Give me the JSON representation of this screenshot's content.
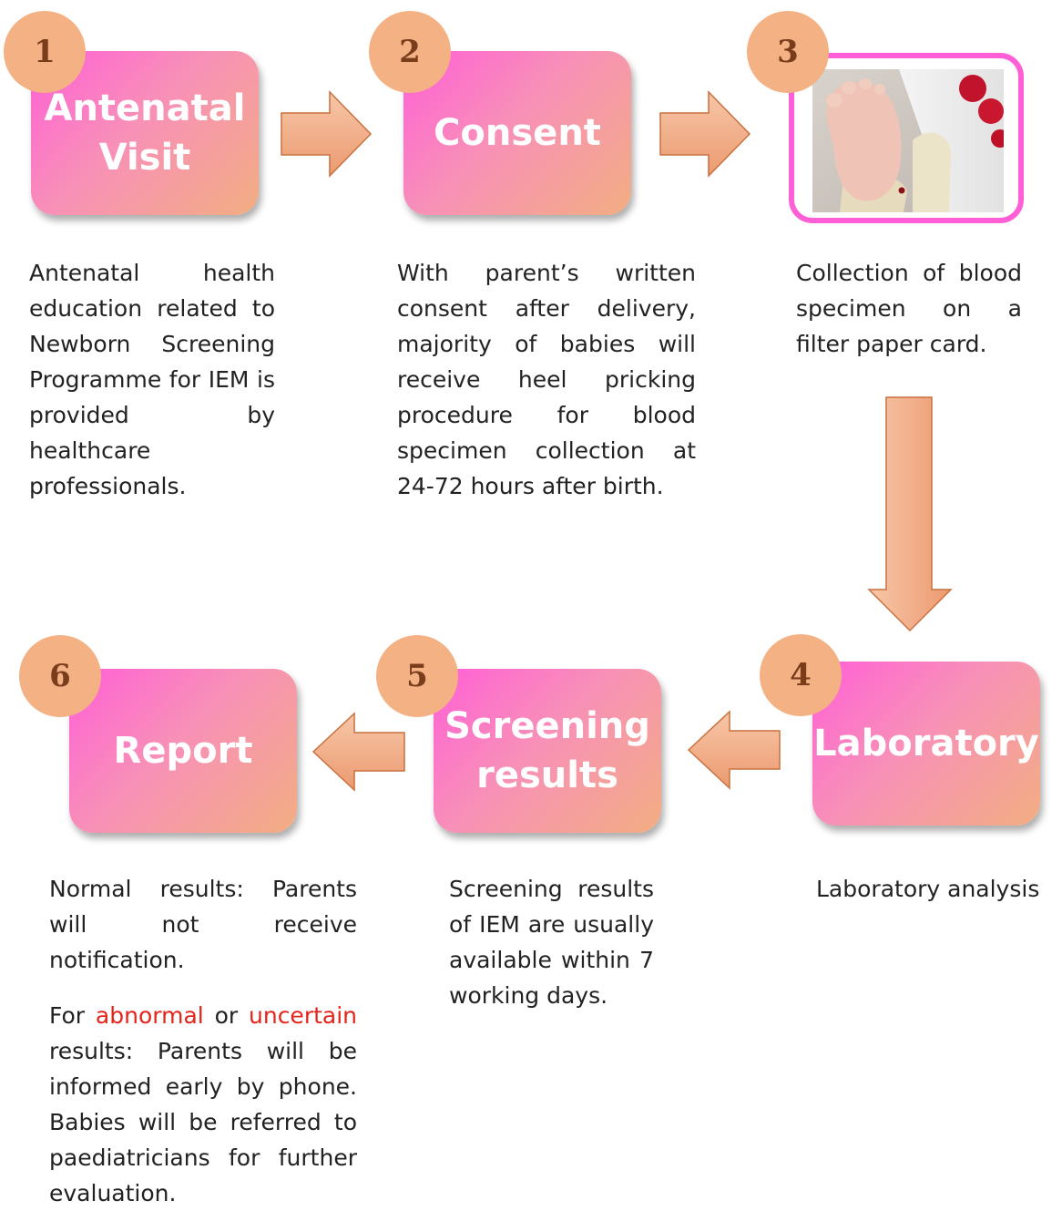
{
  "steps": [
    {
      "number": "1",
      "title_lines": [
        "Antenatal",
        "Visit"
      ],
      "description": "Antenatal health education related to Newborn Screening Programme for IEM is provided by healthcare professionals."
    },
    {
      "number": "2",
      "title_lines": [
        "Consent"
      ],
      "description": "With parent’s written consent after delivery, majority of babies will receive heel pricking procedure for blood specimen collection at 24-72 hours after birth."
    },
    {
      "number": "3",
      "image": "heel-prick-blood-card-photo",
      "description": "Collection of blood specimen on a filter paper card."
    },
    {
      "number": "4",
      "title_lines": [
        "Laboratory"
      ],
      "description": "Laboratory analysis"
    },
    {
      "number": "5",
      "title_lines": [
        "Screening",
        "results"
      ],
      "description": "Screening results of IEM are usually available within 7 working days."
    },
    {
      "number": "6",
      "title_lines": [
        "Report"
      ],
      "description_normal": "Normal results: Parents will not receive notification.",
      "description_abnormal": {
        "prefix": "For ",
        "abnormal": "abnormal",
        "middle": " or ",
        "uncertain": "uncertain",
        "suffix": " results: Parents will be informed early by phone. Babies will be referred to paediatricians for further evaluation."
      }
    }
  ],
  "colors": {
    "box_pink": "#ff5fd6",
    "box_peach": "#f2ae82",
    "circle": "#f3b184",
    "arrow": "#f0a57c",
    "highlight_red": "#e3241b"
  }
}
